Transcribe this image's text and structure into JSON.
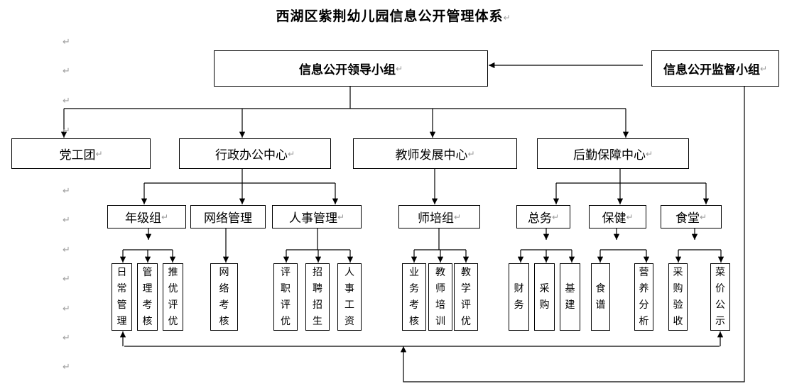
{
  "title": "西湖区紫荆幼儿园信息公开管理体系",
  "paragraph_mark": "↵",
  "leader": "信息公开领导小组",
  "supervisor": "信息公开监督小组",
  "departments": [
    "党工团",
    "行政办公中心",
    "教师发展中心",
    "后勤保障中心"
  ],
  "groups": [
    "年级组",
    "网络管理",
    "人事管理",
    "师培组",
    "总务",
    "保健",
    "食堂"
  ],
  "leaves": [
    "日常管理",
    "管理考核",
    "推优评优",
    "网络考核",
    "评职评优",
    "招聘招生",
    "人事工资",
    "业务考核",
    "教师培训",
    "教学评优",
    "财务",
    "采购",
    "基建",
    "食谱",
    "营养分析",
    "采购验收",
    "菜价公示"
  ]
}
